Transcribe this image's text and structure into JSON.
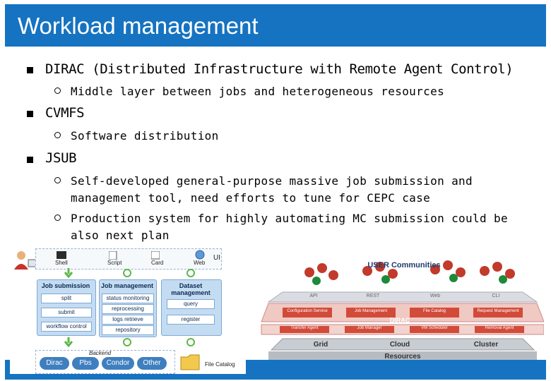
{
  "header": {
    "title": "Workload management"
  },
  "bullets": [
    {
      "label": "DIRAC (Distributed Infrastructure with Remote Agent Control)",
      "sub": [
        "Middle layer between jobs and heterogeneous resources"
      ]
    },
    {
      "label": "CVMFS",
      "sub": [
        "Software distribution"
      ]
    },
    {
      "label": "JSUB",
      "sub": [
        "Self-developed general-purpose massive job submission and",
        "management tool, need efforts to tune for CEPC case",
        "Production system for highly automating MC submission could be",
        "also next plan"
      ]
    }
  ],
  "left_diagram": {
    "top_items": [
      "Shell",
      "Script",
      "Card",
      "Web"
    ],
    "ui_label": "UI",
    "columns": [
      {
        "title": "Job submission",
        "items": [
          "split",
          "submit",
          "workflow control"
        ]
      },
      {
        "title": "Job management",
        "items": [
          "status monitoring",
          "reprocessing",
          "logs retrieve",
          "repository"
        ]
      },
      {
        "title": "Dataset management",
        "items": [
          "query",
          "register"
        ]
      }
    ],
    "backend_label": "Backend",
    "backends": [
      "Dirac",
      "Pbs",
      "Condor",
      "Other"
    ],
    "file_catalog": "File Catalog",
    "colors": {
      "column": "#c4dcf2",
      "backend": "#3f7fbf"
    }
  },
  "right_diagram": {
    "title": "USER Communities",
    "api_layer": [
      "API",
      "REST",
      "Web",
      "CLI"
    ],
    "services": [
      "Configuration Service",
      "Job Management",
      "File Catalog",
      "Request Management"
    ],
    "logo": "DIRAC",
    "systems": [
      "Transfer Agent",
      "Job Manager",
      "VM Scheduler",
      "Removal Agent"
    ],
    "resources": [
      "Grid",
      "Cloud",
      "Cluster"
    ],
    "resources_label": "Resources"
  },
  "colors": {
    "title_bar": "#1673c1",
    "band": "#1673c1"
  }
}
